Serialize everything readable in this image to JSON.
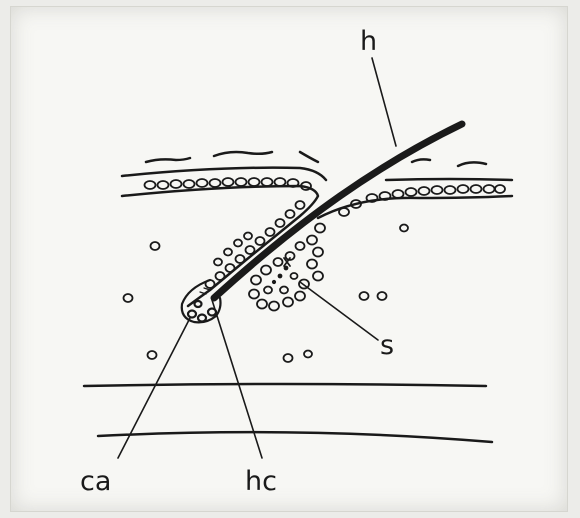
{
  "diagram": {
    "labels": {
      "hair": "h",
      "sebaceous_gland": "s",
      "capsule": "ca",
      "hair_cells": "hc"
    },
    "colors": {
      "ink": "#1a1a1a",
      "paper": "#f7f7f4",
      "background": "#ecece9"
    }
  }
}
